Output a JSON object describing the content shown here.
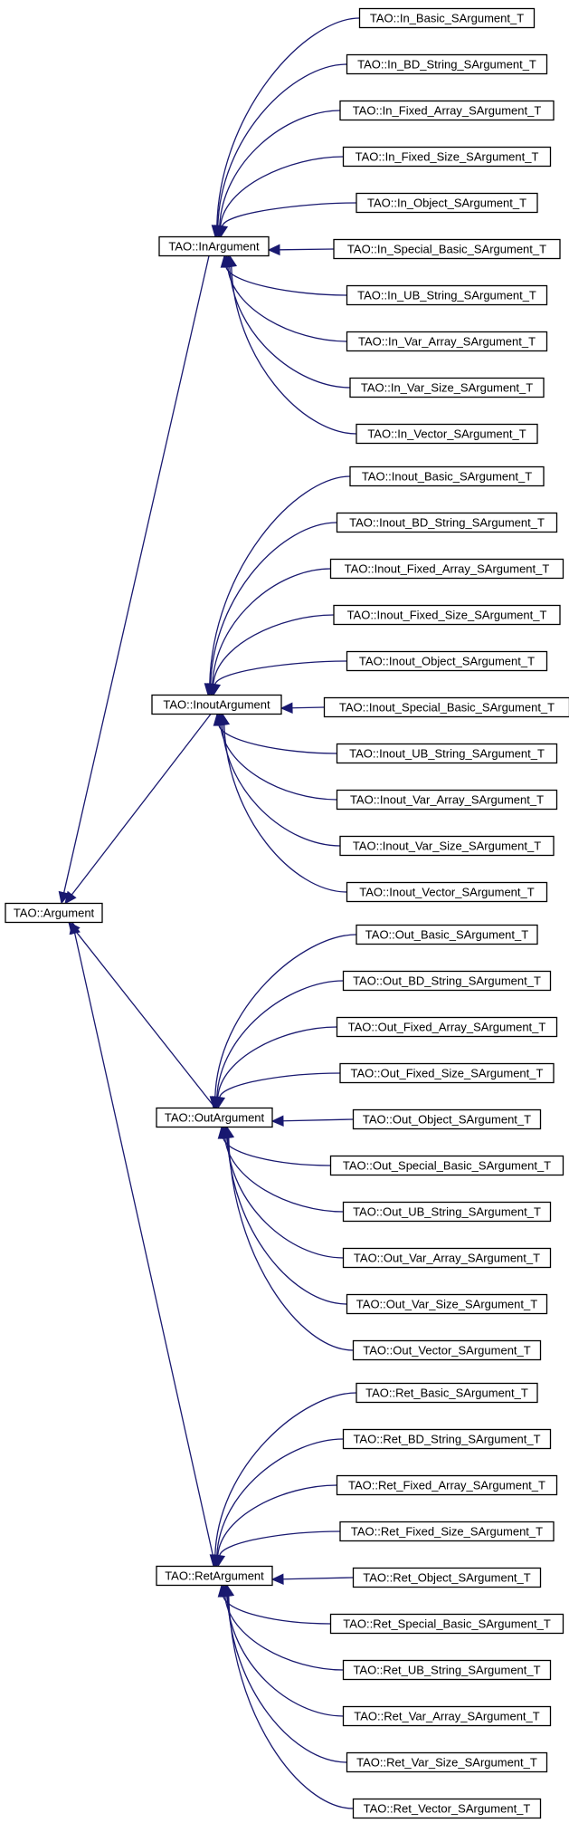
{
  "diagram": {
    "root": {
      "label": "TAO::Argument"
    },
    "groups": [
      {
        "base": "TAO::InArgument",
        "children": [
          "TAO::In_Basic_SArgument_T",
          "TAO::In_BD_String_SArgument_T",
          "TAO::In_Fixed_Array_SArgument_T",
          "TAO::In_Fixed_Size_SArgument_T",
          "TAO::In_Object_SArgument_T",
          "TAO::In_Special_Basic_SArgument_T",
          "TAO::In_UB_String_SArgument_T",
          "TAO::In_Var_Array_SArgument_T",
          "TAO::In_Var_Size_SArgument_T",
          "TAO::In_Vector_SArgument_T"
        ]
      },
      {
        "base": "TAO::InoutArgument",
        "children": [
          "TAO::Inout_Basic_SArgument_T",
          "TAO::Inout_BD_String_SArgument_T",
          "TAO::Inout_Fixed_Array_SArgument_T",
          "TAO::Inout_Fixed_Size_SArgument_T",
          "TAO::Inout_Object_SArgument_T",
          "TAO::Inout_Special_Basic_SArgument_T",
          "TAO::Inout_UB_String_SArgument_T",
          "TAO::Inout_Var_Array_SArgument_T",
          "TAO::Inout_Var_Size_SArgument_T",
          "TAO::Inout_Vector_SArgument_T"
        ]
      },
      {
        "base": "TAO::OutArgument",
        "children": [
          "TAO::Out_Basic_SArgument_T",
          "TAO::Out_BD_String_SArgument_T",
          "TAO::Out_Fixed_Array_SArgument_T",
          "TAO::Out_Fixed_Size_SArgument_T",
          "TAO::Out_Object_SArgument_T",
          "TAO::Out_Special_Basic_SArgument_T",
          "TAO::Out_UB_String_SArgument_T",
          "TAO::Out_Var_Array_SArgument_T",
          "TAO::Out_Var_Size_SArgument_T",
          "TAO::Out_Vector_SArgument_T"
        ]
      },
      {
        "base": "TAO::RetArgument",
        "children": [
          "TAO::Ret_Basic_SArgument_T",
          "TAO::Ret_BD_String_SArgument_T",
          "TAO::Ret_Fixed_Array_SArgument_T",
          "TAO::Ret_Fixed_Size_SArgument_T",
          "TAO::Ret_Object_SArgument_T",
          "TAO::Ret_Special_Basic_SArgument_T",
          "TAO::Ret_UB_String_SArgument_T",
          "TAO::Ret_Var_Array_SArgument_T",
          "TAO::Ret_Var_Size_SArgument_T",
          "TAO::Ret_Vector_SArgument_T"
        ]
      }
    ],
    "colors": {
      "edge": "#191970",
      "node_border": "#000000",
      "node_fill": "#ffffff",
      "text": "#000000",
      "background": "#ffffff"
    }
  }
}
